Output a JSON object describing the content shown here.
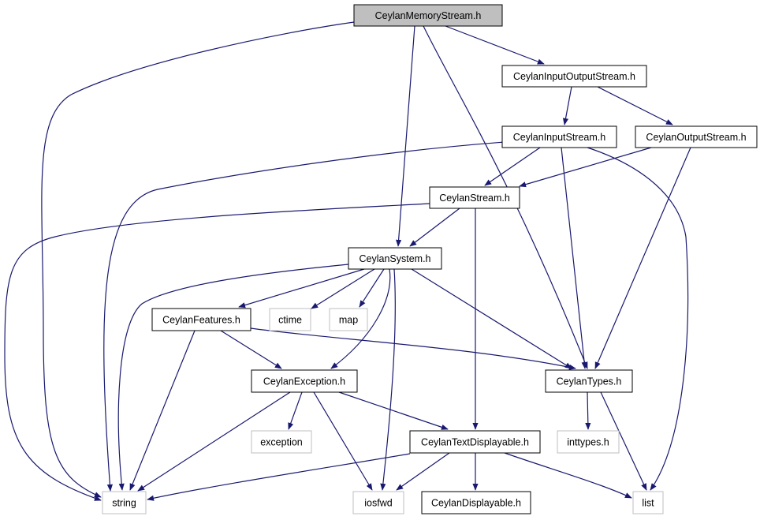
{
  "colors": {
    "edge": "#191970",
    "root_fill": "#bfbfbf",
    "node_border": "#000000",
    "system_border": "#bfbfbf",
    "background": "#ffffff"
  },
  "nodes": [
    {
      "id": "memstream",
      "label": "CeylanMemoryStream.h",
      "kind": "root"
    },
    {
      "id": "iostream",
      "label": "CeylanInputOutputStream.h",
      "kind": "local"
    },
    {
      "id": "instream",
      "label": "CeylanInputStream.h",
      "kind": "local"
    },
    {
      "id": "outstream",
      "label": "CeylanOutputStream.h",
      "kind": "local"
    },
    {
      "id": "stream",
      "label": "CeylanStream.h",
      "kind": "local"
    },
    {
      "id": "system",
      "label": "CeylanSystem.h",
      "kind": "local"
    },
    {
      "id": "features",
      "label": "CeylanFeatures.h",
      "kind": "local"
    },
    {
      "id": "ctime",
      "label": "ctime",
      "kind": "system"
    },
    {
      "id": "map",
      "label": "map",
      "kind": "system"
    },
    {
      "id": "exception_h",
      "label": "CeylanException.h",
      "kind": "local"
    },
    {
      "id": "types",
      "label": "CeylanTypes.h",
      "kind": "local"
    },
    {
      "id": "exception",
      "label": "exception",
      "kind": "system"
    },
    {
      "id": "textdisp",
      "label": "CeylanTextDisplayable.h",
      "kind": "local"
    },
    {
      "id": "inttypes",
      "label": "inttypes.h",
      "kind": "system"
    },
    {
      "id": "string",
      "label": "string",
      "kind": "system"
    },
    {
      "id": "iosfwd",
      "label": "iosfwd",
      "kind": "system"
    },
    {
      "id": "disp",
      "label": "CeylanDisplayable.h",
      "kind": "local"
    },
    {
      "id": "list",
      "label": "list",
      "kind": "system"
    }
  ],
  "edges": [
    [
      "memstream",
      "string"
    ],
    [
      "memstream",
      "system"
    ],
    [
      "memstream",
      "types"
    ],
    [
      "memstream",
      "iostream"
    ],
    [
      "iostream",
      "instream"
    ],
    [
      "iostream",
      "outstream"
    ],
    [
      "instream",
      "string"
    ],
    [
      "instream",
      "stream"
    ],
    [
      "instream",
      "types"
    ],
    [
      "instream",
      "list"
    ],
    [
      "outstream",
      "stream"
    ],
    [
      "outstream",
      "types"
    ],
    [
      "stream",
      "string"
    ],
    [
      "stream",
      "system"
    ],
    [
      "stream",
      "textdisp"
    ],
    [
      "system",
      "string"
    ],
    [
      "system",
      "features"
    ],
    [
      "system",
      "ctime"
    ],
    [
      "system",
      "map"
    ],
    [
      "system",
      "exception_h"
    ],
    [
      "system",
      "iosfwd"
    ],
    [
      "system",
      "types"
    ],
    [
      "features",
      "string"
    ],
    [
      "features",
      "exception_h"
    ],
    [
      "features",
      "types"
    ],
    [
      "exception_h",
      "string"
    ],
    [
      "exception_h",
      "exception"
    ],
    [
      "exception_h",
      "iosfwd"
    ],
    [
      "exception_h",
      "textdisp"
    ],
    [
      "types",
      "inttypes"
    ],
    [
      "types",
      "list"
    ],
    [
      "textdisp",
      "string"
    ],
    [
      "textdisp",
      "iosfwd"
    ],
    [
      "textdisp",
      "disp"
    ],
    [
      "textdisp",
      "list"
    ]
  ]
}
